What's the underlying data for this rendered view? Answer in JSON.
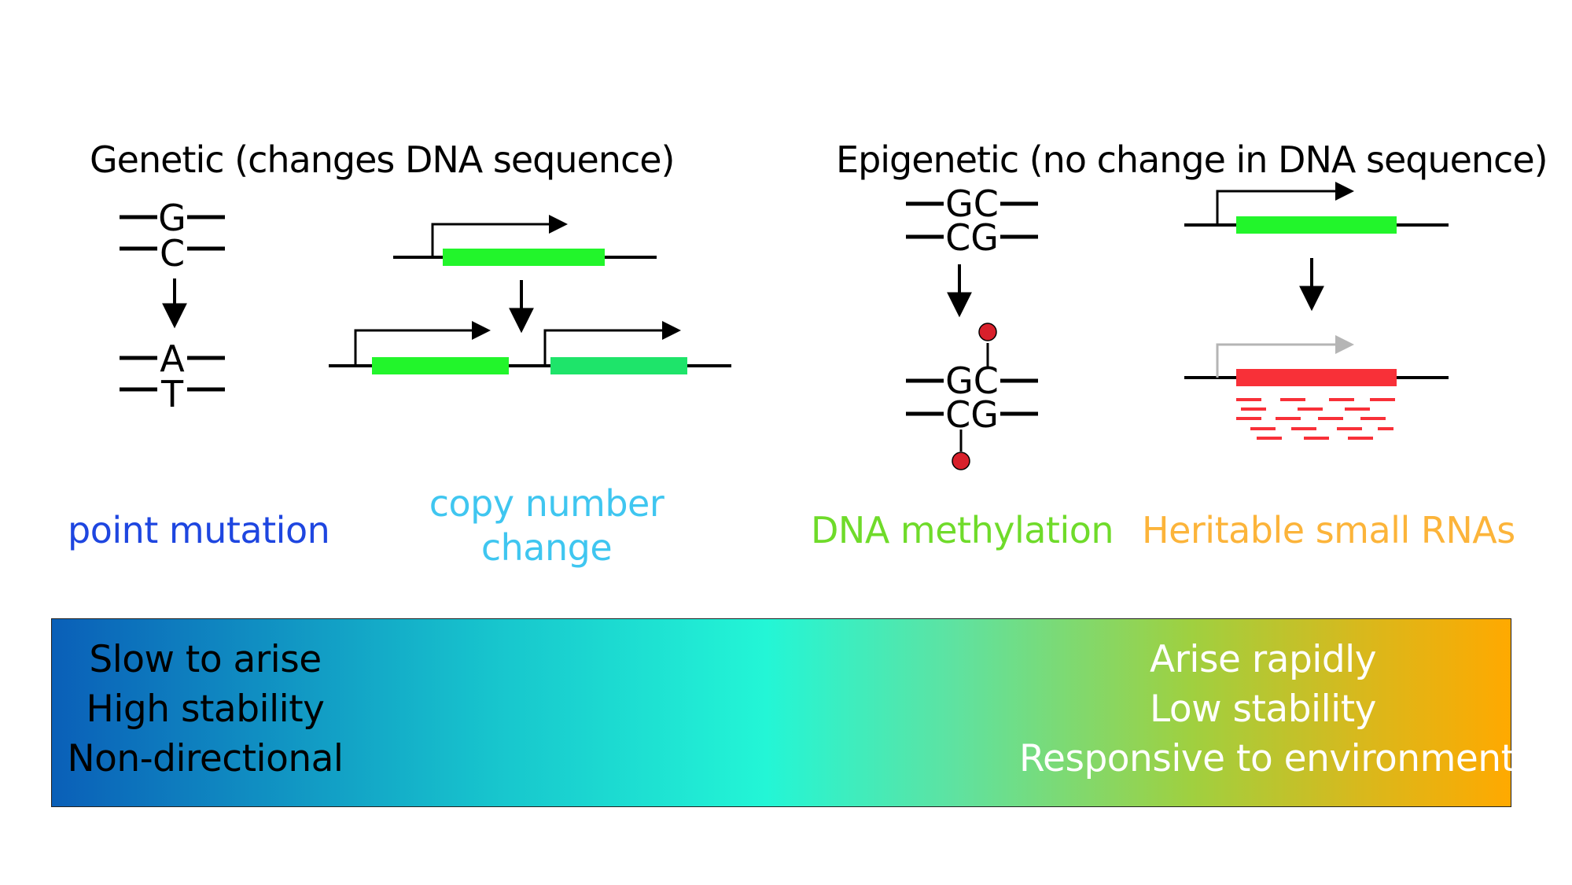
{
  "colors": {
    "black": "#000000",
    "gene_green": "#22f52b",
    "gene_teal_green": "#1ee46a",
    "silenced_red": "#f83038",
    "methyl_red": "#d8202b",
    "inactive_arrow": "#b5b5b5",
    "point_mutation": "#1e46e0",
    "copy_number": "#3fc6f0",
    "dna_methylation": "#6fdb2a",
    "small_rnas": "#fcb43a",
    "bar_text_left": "#000000",
    "bar_text_right": "#ffffff"
  },
  "headings": {
    "genetic": "Genetic (changes DNA sequence)",
    "epigenetic": "Epigenetic (no  change in DNA sequence)"
  },
  "point_mutation_panel": {
    "before": [
      "G",
      "C"
    ],
    "after": [
      "A",
      "T"
    ]
  },
  "methylation_panel": {
    "before": [
      "GC",
      "CG"
    ],
    "after": [
      "GC",
      "CG"
    ]
  },
  "labels": {
    "point_mutation": "point mutation",
    "copy_number_line1": "copy number",
    "copy_number_line2": "change",
    "dna_methylation": "DNA methylation",
    "small_rnas": "Heritable small RNAs"
  },
  "spectrum": {
    "left": [
      "Slow to arise",
      "High stability",
      "Non-directional"
    ],
    "right": [
      "Arise rapidly",
      "Low stability",
      "Responsive to environment"
    ]
  }
}
